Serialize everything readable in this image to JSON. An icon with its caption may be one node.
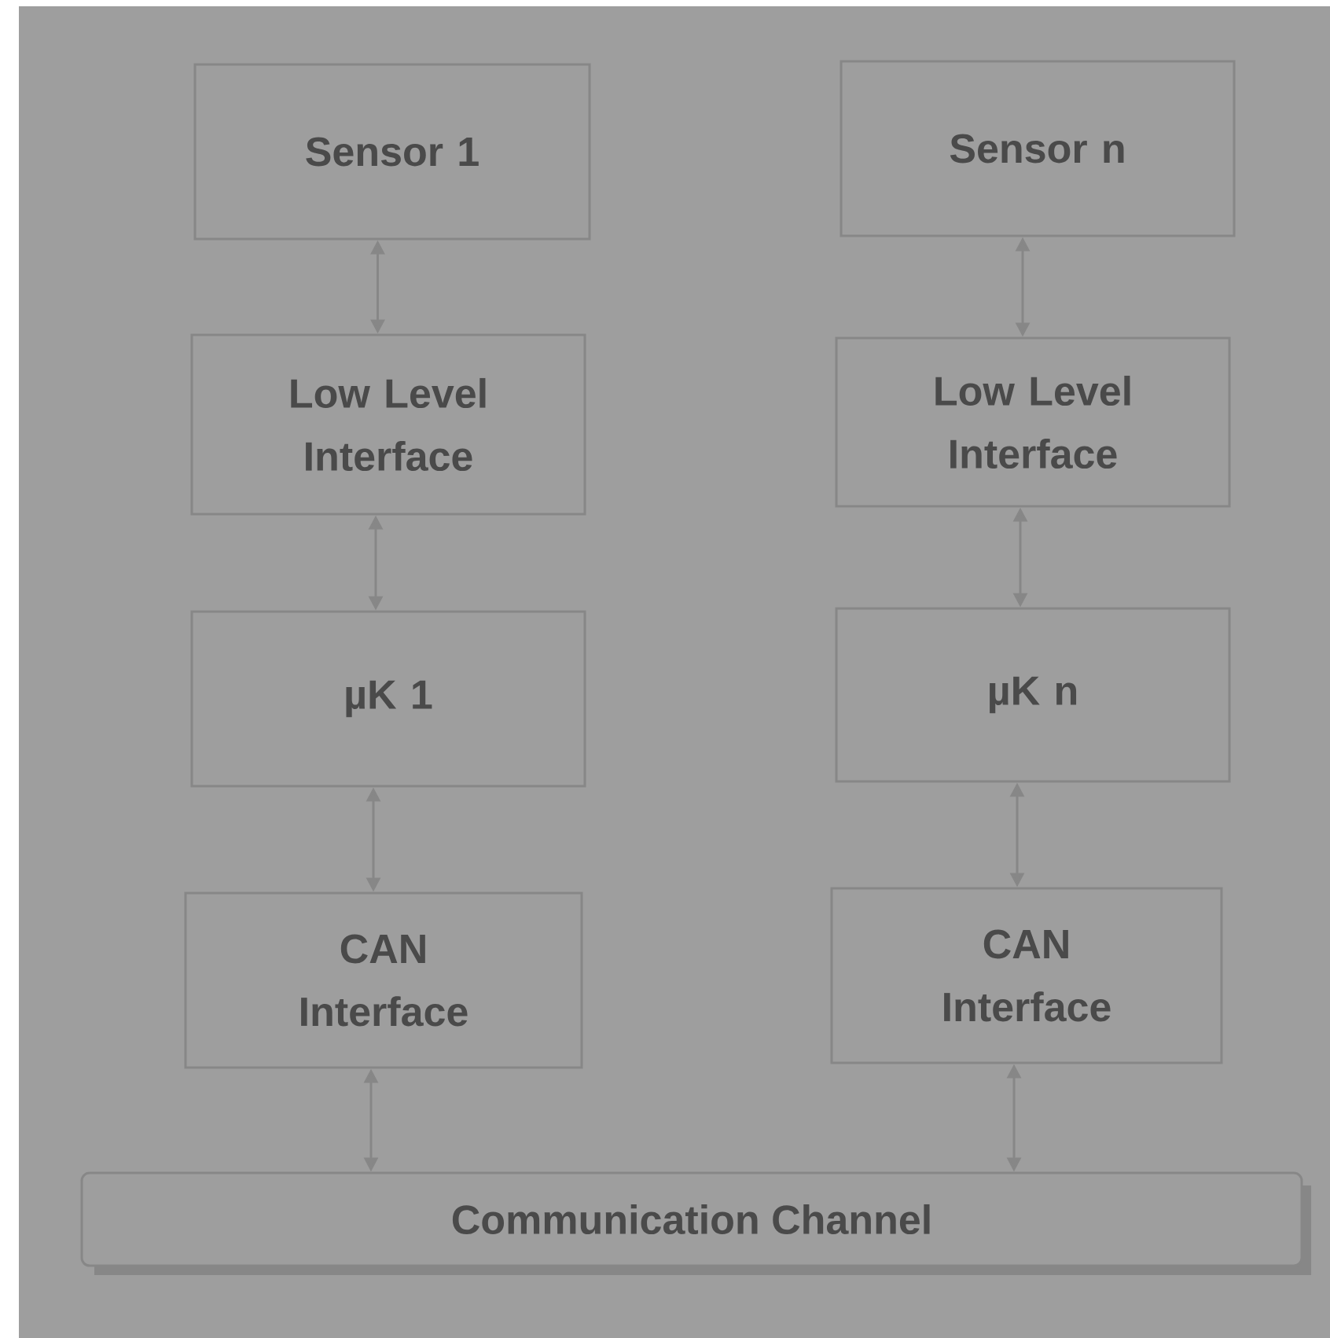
{
  "diagram": {
    "nodes": [
      {
        "text": [
          "Sensor 1"
        ]
      },
      {
        "text": [
          "Sensor n"
        ]
      },
      {
        "text": [
          "Low Level Interface"
        ]
      },
      {
        "text": [
          "Low Level Interface"
        ]
      },
      {
        "text": [
          "µK 1"
        ]
      },
      {
        "text": [
          "µK n"
        ]
      },
      {
        "text": [
          "CAN Interface"
        ]
      },
      {
        "text": [
          "CAN Interface"
        ]
      },
      {
        "text": [
          "Communication Channel"
        ]
      }
    ],
    "edges": [
      {
        "from": 0,
        "to": 2,
        "arrow": "both"
      },
      {
        "from": 2,
        "to": 4,
        "arrow": "both"
      },
      {
        "from": 4,
        "to": 6,
        "arrow": "both"
      },
      {
        "from": 6,
        "to": 8,
        "arrow": "both"
      },
      {
        "from": 1,
        "to": 3,
        "arrow": "both"
      },
      {
        "from": 3,
        "to": 5,
        "arrow": "both"
      },
      {
        "from": 5,
        "to": 7,
        "arrow": "both"
      },
      {
        "from": 7,
        "to": 8,
        "arrow": "both"
      }
    ]
  }
}
